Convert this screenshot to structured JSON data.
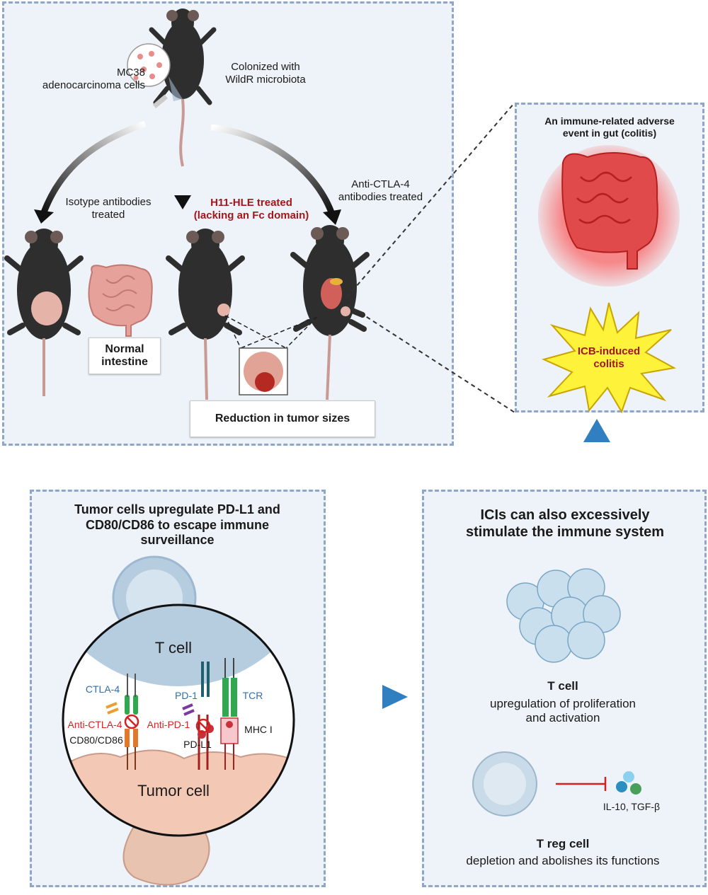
{
  "mouse_panel": {
    "cells_label": "MC38\nadenocarcinoma cells",
    "colonized_label": "Colonized with\nWildR microbiota",
    "isotype_label": "Isotype antibodies\ntreated",
    "h11_label": "H11-HLE treated\n(lacking an Fc domain)",
    "ctla4_label": "Anti-CTLA-4\nantibodies treated",
    "normal_intestine": "Normal\nintestine",
    "reduction": "Reduction in tumor sizes"
  },
  "colitis_panel": {
    "title": "An immune-related adverse\nevent in gut (colitis)",
    "burst_label": "ICB-induced\ncolitis"
  },
  "tumor_panel": {
    "title": "Tumor cells upregulate PD-L1 and\nCD80/CD86 to escape immune\nsurveillance",
    "t_cell": "T cell",
    "tumor_cell": "Tumor cell",
    "ctla4": "CTLA-4",
    "anti_ctla4": "Anti-CTLA-4",
    "cd80": "CD80/CD86",
    "pd1": "PD-1",
    "anti_pd1": "Anti-PD-1",
    "pdl1": "PD-L1",
    "tcr": "TCR",
    "mhc": "MHC I"
  },
  "ici_panel": {
    "title": "ICIs can also excessively\nstimulate  the immune system",
    "tcell_title": "T cell",
    "tcell_desc": "upregulation of proliferation\nand activation",
    "cytokines": "IL-10, TGF-β",
    "treg_title": "T reg cell",
    "treg_desc": "depletion and abolishes its functions"
  },
  "colors": {
    "panel_bg": "#edf3f8",
    "panel_border": "#8fa6c9",
    "accent_red": "#a3171b",
    "arrow_blue": "#2f7fc1"
  }
}
